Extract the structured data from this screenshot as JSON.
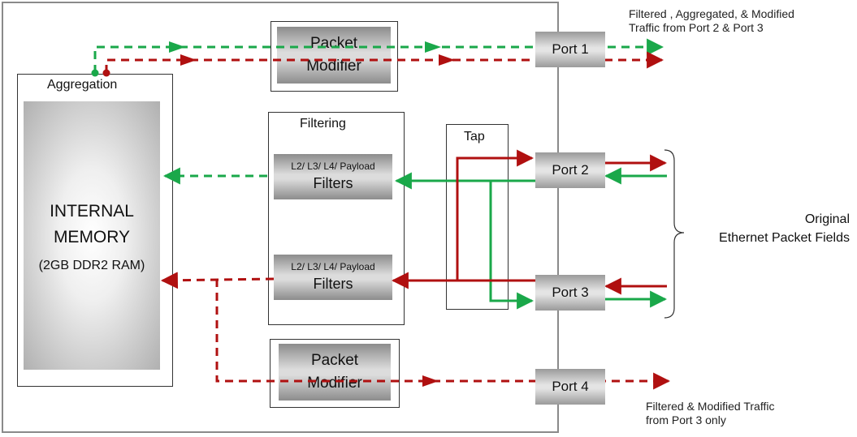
{
  "aggregation": {
    "title": "Aggregation"
  },
  "memory": {
    "line1": "INTERNAL",
    "line2": "MEMORY",
    "line3": "(2GB DDR2 RAM)"
  },
  "filtering": {
    "title": "Filtering"
  },
  "filter_top": {
    "small": "L2/ L3/ L4/ Payload",
    "big": "Filters"
  },
  "filter_bottom": {
    "small": "L2/ L3/ L4/ Payload",
    "big": "Filters"
  },
  "modifier_top": {
    "line1": "Packet",
    "line2": "Modifier"
  },
  "modifier_bottom": {
    "line1": "Packet",
    "line2": "Modifier"
  },
  "tap": {
    "title": "Tap"
  },
  "ports": {
    "p1": "Port 1",
    "p2": "Port 2",
    "p3": "Port 3",
    "p4": "Port 4"
  },
  "notes": {
    "top_line1": "Filtered , Aggregated, & Modified",
    "top_line2": "Traffic from Port 2 & Port 3",
    "bottom_line1": "Filtered & Modified Traffic",
    "bottom_line2": "from Port 3 only",
    "right_line1": "Original",
    "right_line2": "Ethernet Packet Fields"
  },
  "colors": {
    "red": "#b01010",
    "green": "#1aa84a",
    "frame": "#8a8a8a"
  }
}
